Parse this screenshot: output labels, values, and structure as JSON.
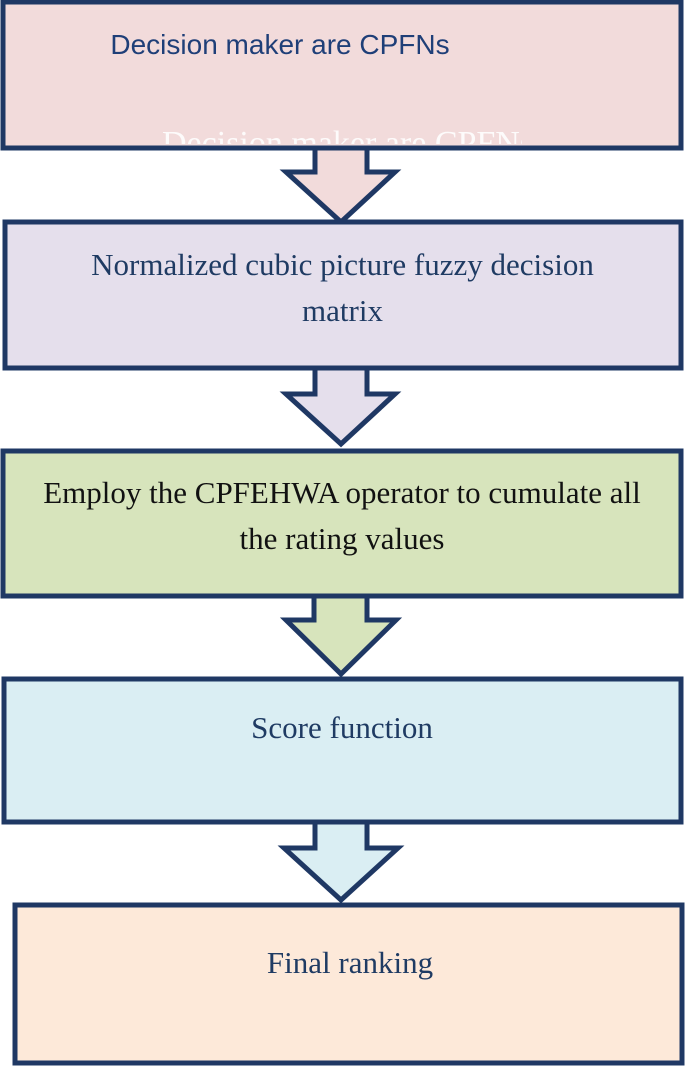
{
  "steps": [
    {
      "label": "Decision maker are CPFNs",
      "fill": "#f2dbdb"
    },
    {
      "label": "Normalized cubic picture fuzzy decision matrix",
      "fill": "#e5dfec"
    },
    {
      "label": "Employ the CPFEHWA operator to cumulate all the rating values",
      "fill": "#d7e4bc"
    },
    {
      "label": "Score function",
      "fill": "#daeef3"
    },
    {
      "label": "Final ranking",
      "fill": "#fde9d9"
    }
  ],
  "ghost_text": "Decision maker are CPFNs",
  "colors": {
    "stroke": "#1f3864",
    "text_blue": "#1f3b63",
    "text_dark": "#111111"
  }
}
